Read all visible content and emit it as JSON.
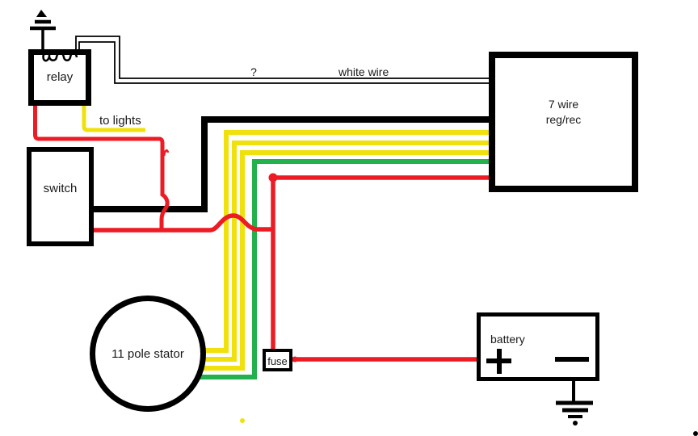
{
  "colors": {
    "red": "#ed1c24",
    "yellow": "#f0e10c",
    "green": "#22b14c",
    "black": "#000000",
    "background": "#ffffff"
  },
  "components": {
    "relay": {
      "label": "relay"
    },
    "switch": {
      "label": "switch"
    },
    "stator": {
      "label": "11 pole stator"
    },
    "fuse": {
      "label": "fuse"
    },
    "battery": {
      "label": "battery"
    },
    "regulator": {
      "line1": "7 wire",
      "line2": "reg/rec"
    }
  },
  "annotations": {
    "question_mark": "?",
    "white_wire_label": "white wire",
    "to_lights_label": "to lights"
  }
}
